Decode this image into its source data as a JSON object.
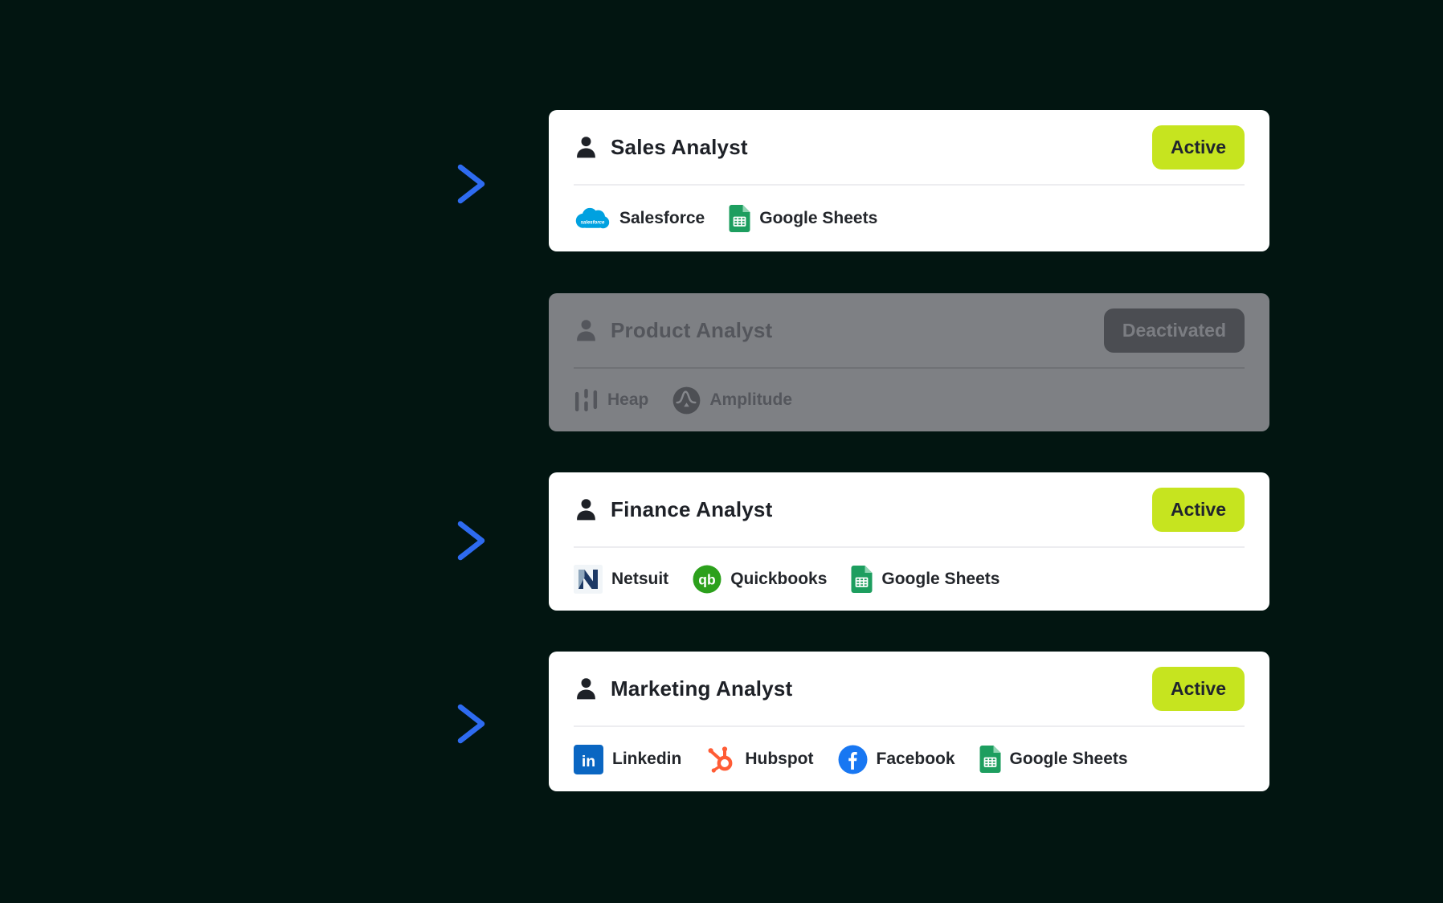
{
  "page": {
    "background": "#021511"
  },
  "colors": {
    "arrow_blue": "#2e6bf0",
    "card_bg": "#ffffff",
    "deactivated_card_bg": "#7e8084",
    "active_badge_bg": "#c6e41f",
    "active_badge_text": "#20242e",
    "deactivated_badge_bg": "#4b4d52",
    "deactivated_badge_text": "#7b7d82",
    "salesforce_blue": "#00a1e0",
    "google_sheets_green": "#1d9e5f",
    "quickbooks_green": "#2ca01c",
    "linkedin_blue": "#0a66c2",
    "facebook_blue": "#1877f2",
    "hubspot_orange": "#ff5c35",
    "netsuite_navy": "#1c3864"
  },
  "arrows": {
    "items": [
      {
        "points_to": "Sales Analyst"
      },
      {
        "points_to": "Finance Analyst"
      },
      {
        "points_to": "Marketing Analyst"
      }
    ]
  },
  "cards": [
    {
      "title": "Sales Analyst",
      "status_label": "Active",
      "state": "active",
      "tools": [
        {
          "label": "Salesforce",
          "icon": "salesforce-icon"
        },
        {
          "label": "Google Sheets",
          "icon": "google-sheets-icon"
        }
      ]
    },
    {
      "title": "Product Analyst",
      "status_label": "Deactivated",
      "state": "deactivated",
      "tools": [
        {
          "label": "Heap",
          "icon": "heap-icon"
        },
        {
          "label": "Amplitude",
          "icon": "amplitude-icon"
        }
      ]
    },
    {
      "title": "Finance Analyst",
      "status_label": "Active",
      "state": "active",
      "tools": [
        {
          "label": "Netsuit",
          "icon": "netsuit-icon"
        },
        {
          "label": "Quickbooks",
          "icon": "quickbooks-icon"
        },
        {
          "label": "Google Sheets",
          "icon": "google-sheets-icon"
        }
      ]
    },
    {
      "title": "Marketing Analyst",
      "status_label": "Active",
      "state": "active",
      "tools": [
        {
          "label": "Linkedin",
          "icon": "linkedin-icon"
        },
        {
          "label": "Hubspot",
          "icon": "hubspot-icon"
        },
        {
          "label": "Facebook",
          "icon": "facebook-icon"
        },
        {
          "label": "Google Sheets",
          "icon": "google-sheets-icon"
        }
      ]
    }
  ]
}
